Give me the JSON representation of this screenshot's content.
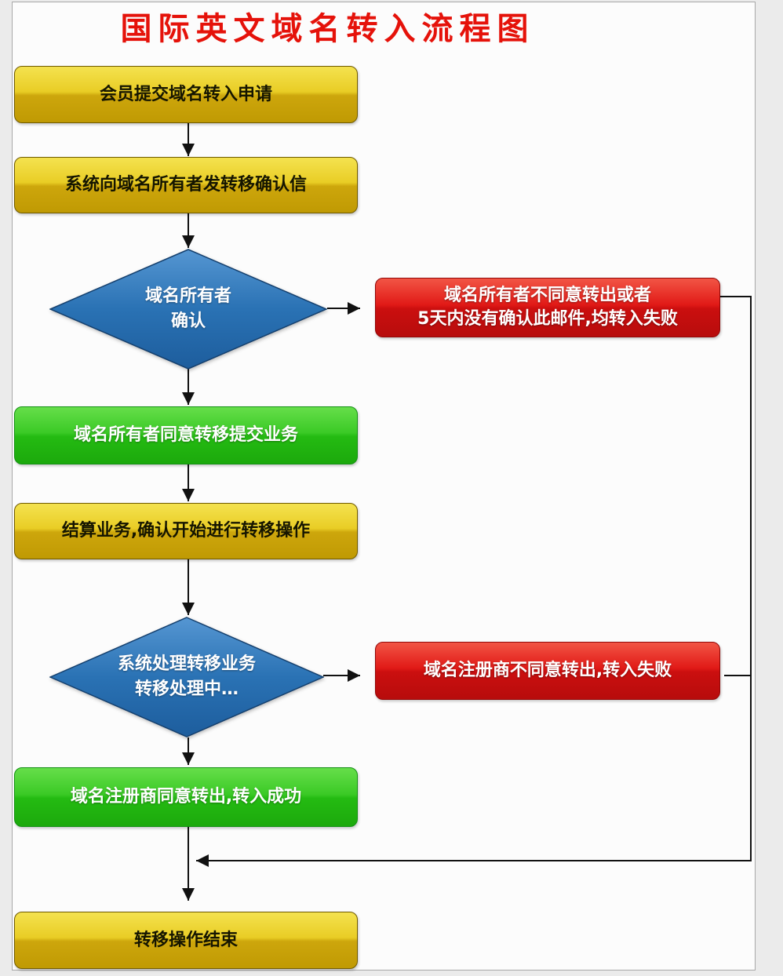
{
  "title": "国际英文域名转入流程图",
  "colors": {
    "title_red": "#e5120a",
    "step_yellow": "#e9cd25",
    "success_green": "#3bca26",
    "fail_red": "#e11a17",
    "decision_blue": "#2a72b4",
    "connector_black": "#111111",
    "frame_border": "#a8a8a8"
  },
  "nodes": {
    "step1": {
      "label": "会员提交域名转入申请"
    },
    "step2": {
      "label": "系统向域名所有者发转移确认信"
    },
    "decision1": {
      "line1": "域名所有者",
      "line2": "确认"
    },
    "fail1": {
      "line1": "域名所有者不同意转出或者",
      "line2": "5天内没有确认此邮件,均转入失败"
    },
    "step3": {
      "label": "域名所有者同意转移提交业务"
    },
    "step4": {
      "label": "结算业务,确认开始进行转移操作"
    },
    "decision2": {
      "line1": "系统处理转移业务",
      "line2": "转移处理中…"
    },
    "fail2": {
      "label": "域名注册商不同意转出,转入失败"
    },
    "step5": {
      "label": "域名注册商同意转出,转入成功"
    },
    "end": {
      "label": "转移操作结束"
    }
  }
}
